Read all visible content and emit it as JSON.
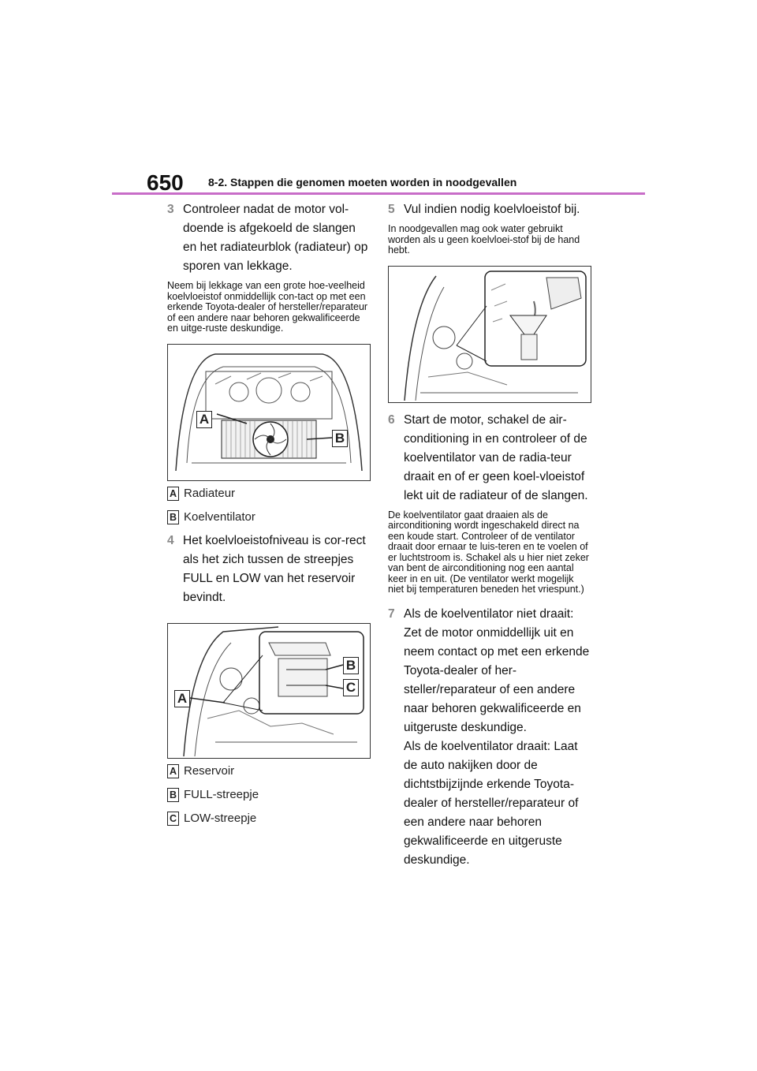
{
  "header": {
    "page_number": "650",
    "section_title": "8-2. Stappen die genomen moeten worden in noodgevallen"
  },
  "left": {
    "step3": {
      "num": "3",
      "text": "Controleer nadat de motor vol-doende is afgekoeld de slangen en het radiateurblok (radiateur) op sporen van lekkage."
    },
    "note3": "Neem bij lekkage van een grote hoe-veelheid koelvloeistof onmiddellijk con-tact op met een erkende Toyota-dealer of hersteller/reparateur of een andere naar behoren gekwalificeerde en uitge-ruste deskundige.",
    "figure1": {
      "callouts": {
        "a": "A",
        "b": "B"
      }
    },
    "legend1": [
      {
        "badge": "A",
        "label": "Radiateur"
      },
      {
        "badge": "B",
        "label": "Koelventilator"
      }
    ],
    "step4": {
      "num": "4",
      "text": "Het koelvloeistofniveau is cor-rect als het zich tussen de streepjes FULL en LOW van het reservoir bevindt."
    },
    "figure2": {
      "callouts": {
        "a": "A",
        "b": "B",
        "c": "C"
      }
    },
    "legend2": [
      {
        "badge": "A",
        "label": "Reservoir"
      },
      {
        "badge": "B",
        "label": "FULL-streepje"
      },
      {
        "badge": "C",
        "label": "LOW-streepje"
      }
    ]
  },
  "right": {
    "step5": {
      "num": "5",
      "text": "Vul indien nodig koelvloeistof bij."
    },
    "note5": "In noodgevallen mag ook water gebruikt worden als u geen koelvloei-stof bij de hand hebt.",
    "step6": {
      "num": "6",
      "text": "Start de motor, schakel de air-conditioning in en controleer of de koelventilator van de radia-teur draait en of er geen koel-vloeistof lekt uit de radiateur of de slangen."
    },
    "note6": "De koelventilator gaat draaien als de airconditioning wordt ingeschakeld direct na een koude start. Controleer of de ventilator draait door ernaar te luis-teren en te voelen of er luchtstroom is. Schakel als u hier niet zeker van bent de airconditioning nog een aantal keer in en uit. (De ventilator werkt mogelijk niet bij temperaturen beneden het vriespunt.)",
    "step7": {
      "num": "7",
      "text": "Als de koelventilator niet draait: Zet de motor onmiddellijk uit en neem contact op met een erkende Toyota-dealer of her-steller/reparateur of een andere naar behoren gekwalificeerde en uitgeruste deskundige."
    },
    "step7b": "Als de koelventilator draait: Laat de auto nakijken door de dichtstbijzijnde erkende Toyota-dealer of hersteller/reparateur of een andere naar behoren gekwalificeerde en uitgeruste deskundige."
  }
}
